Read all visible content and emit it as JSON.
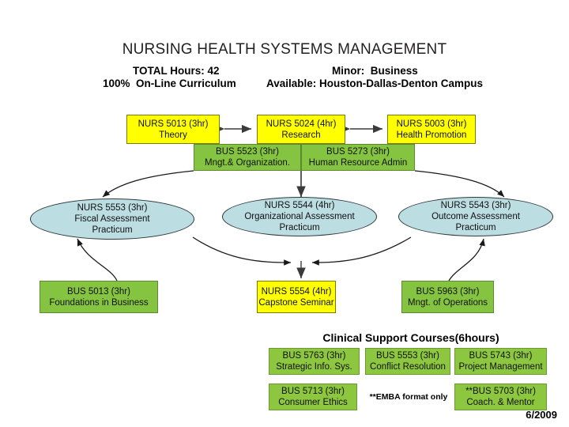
{
  "header": {
    "title": "NURSING HEALTH SYSTEMS MANAGEMENT",
    "total_hours_label": "TOTAL Hours: 42",
    "minor_label": "Minor:  Business",
    "curriculum_label": "100%  On-Line Curriculum",
    "available_label": "Available: Houston-Dallas-Denton Campus"
  },
  "colors": {
    "yellow_course": "#ffff00",
    "green_course": "#85c441",
    "ellipse_fill": "#bcdde1",
    "text": "#111111"
  },
  "top_row": [
    {
      "code": "NURS 5013 (3hr)",
      "name": "Theory"
    },
    {
      "code": "NURS 5024 (4hr)",
      "name": "Research"
    },
    {
      "code": "NURS 5003 (3hr)",
      "name": "Health Promotion"
    }
  ],
  "business_row": [
    {
      "code": "BUS 5523 (3hr)",
      "name": "Mngt.& Organization."
    },
    {
      "code": "BUS 5273 (3hr)",
      "name": "Human Resource Admin"
    }
  ],
  "practicum_row": [
    {
      "code": "NURS 5553 (3hr)",
      "name": "Fiscal Assessment",
      "name2": "Practicum"
    },
    {
      "code": "NURS 5544 (4hr)",
      "name": "Organizational Assessment",
      "name2": "Practicum"
    },
    {
      "code": "NURS 5543 (3hr)",
      "name": "Outcome Assessment",
      "name2": "Practicum"
    }
  ],
  "support_row": [
    {
      "code": "BUS 5013 (3hr)",
      "name": "Foundations in Business"
    },
    {
      "code": "NURS 5554 (4hr)",
      "name": "Capstone Seminar"
    },
    {
      "code": "BUS 5963 (3hr)",
      "name": "Mngt. of Operations"
    }
  ],
  "clinical": {
    "title": "Clinical Support Courses(6hours)",
    "note": "**EMBA format only",
    "row1": [
      {
        "code": "BUS 5763 (3hr)",
        "name": "Strategic Info. Sys."
      },
      {
        "code": "BUS 5553 (3hr)",
        "name": "Conflict Resolution"
      },
      {
        "code": "BUS 5743 (3hr)",
        "name": "Project Management"
      }
    ],
    "row2": [
      {
        "code": "BUS 5713 (3hr)",
        "name": "Consumer Ethics"
      },
      {
        "code": "**BUS 5703 (3hr)",
        "name": "Coach. & Mentor"
      }
    ]
  },
  "footer": {
    "date": "6/2009"
  }
}
